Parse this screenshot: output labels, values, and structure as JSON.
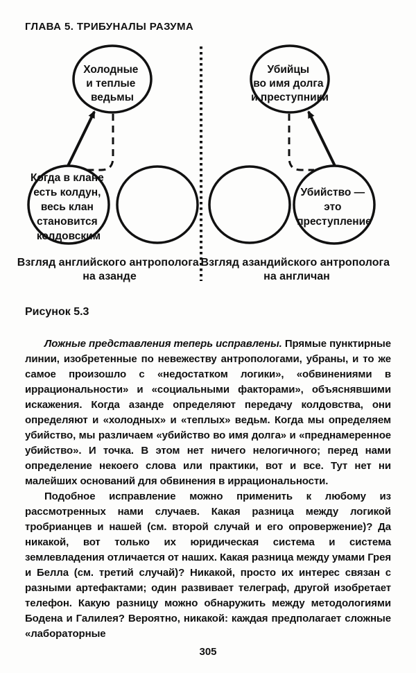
{
  "header": {
    "title": "ГЛАВА 5. ТРИБУНАЛЫ РАЗУМА"
  },
  "figure": {
    "label": "Рисунок 5.3",
    "left": {
      "top_circle_lines": [
        "Холодные",
        "и теплые",
        "ведьмы"
      ],
      "bottom_circle_lines": [
        "Когда в клане",
        "есть колдун,",
        "весь клан",
        "становится",
        "колдовским"
      ],
      "caption_lines": [
        "Взгляд английского антрополога",
        "на азанде"
      ]
    },
    "right": {
      "top_circle_lines": [
        "Убийцы",
        "во имя долга",
        "и преступники"
      ],
      "bottom_circle_lines": [
        "Убийство —",
        "это",
        "преступление"
      ],
      "caption_lines": [
        "Взгляд азандийского антрополога",
        "на англичан"
      ]
    }
  },
  "body": {
    "p1_lead_italic": "Ложные представления теперь исправлены.",
    "p1_rest": " Прямые пунктирные линии, изобретенные по невежеству антропологами, убраны, и то же самое произошло с «недостатком логики», «обвинениями в иррациональности» и «социальными факторами», объяснявшими искажения. Когда азанде определяют передачу колдовства, они определяют и «холодных» и «теплых» ведьм. Когда мы определяем убийство, мы различаем «убийство во имя долга» и «преднамеренное убийство». И точка. В этом нет ничего нелогичного; перед нами определение некоего слова или практики, вот и все. Тут нет ни малейших оснований для обвинения в иррациональности.",
    "p2": "Подобное исправление можно применить к любому из рассмотренных нами случаев. Какая разница между логикой тробрианцев и нашей (см. второй случай и его опровержение)? Да никакой, вот только их юридическая система и система землевладения отличается от наших. Какая разница между умами Грея и Белла (см. третий случай)? Никакой, просто их интерес связан с разными артефактами; один развивает телеграф, другой изобретает телефон. Какую разницу можно обнаружить между методологиями Бодена и Галилея? Вероятно, никакой: каждая предполагает сложные «лабораторные"
  },
  "footer": {
    "page_number": "305"
  },
  "colors": {
    "ink": "#111111",
    "paper": "#fdfdfc"
  }
}
